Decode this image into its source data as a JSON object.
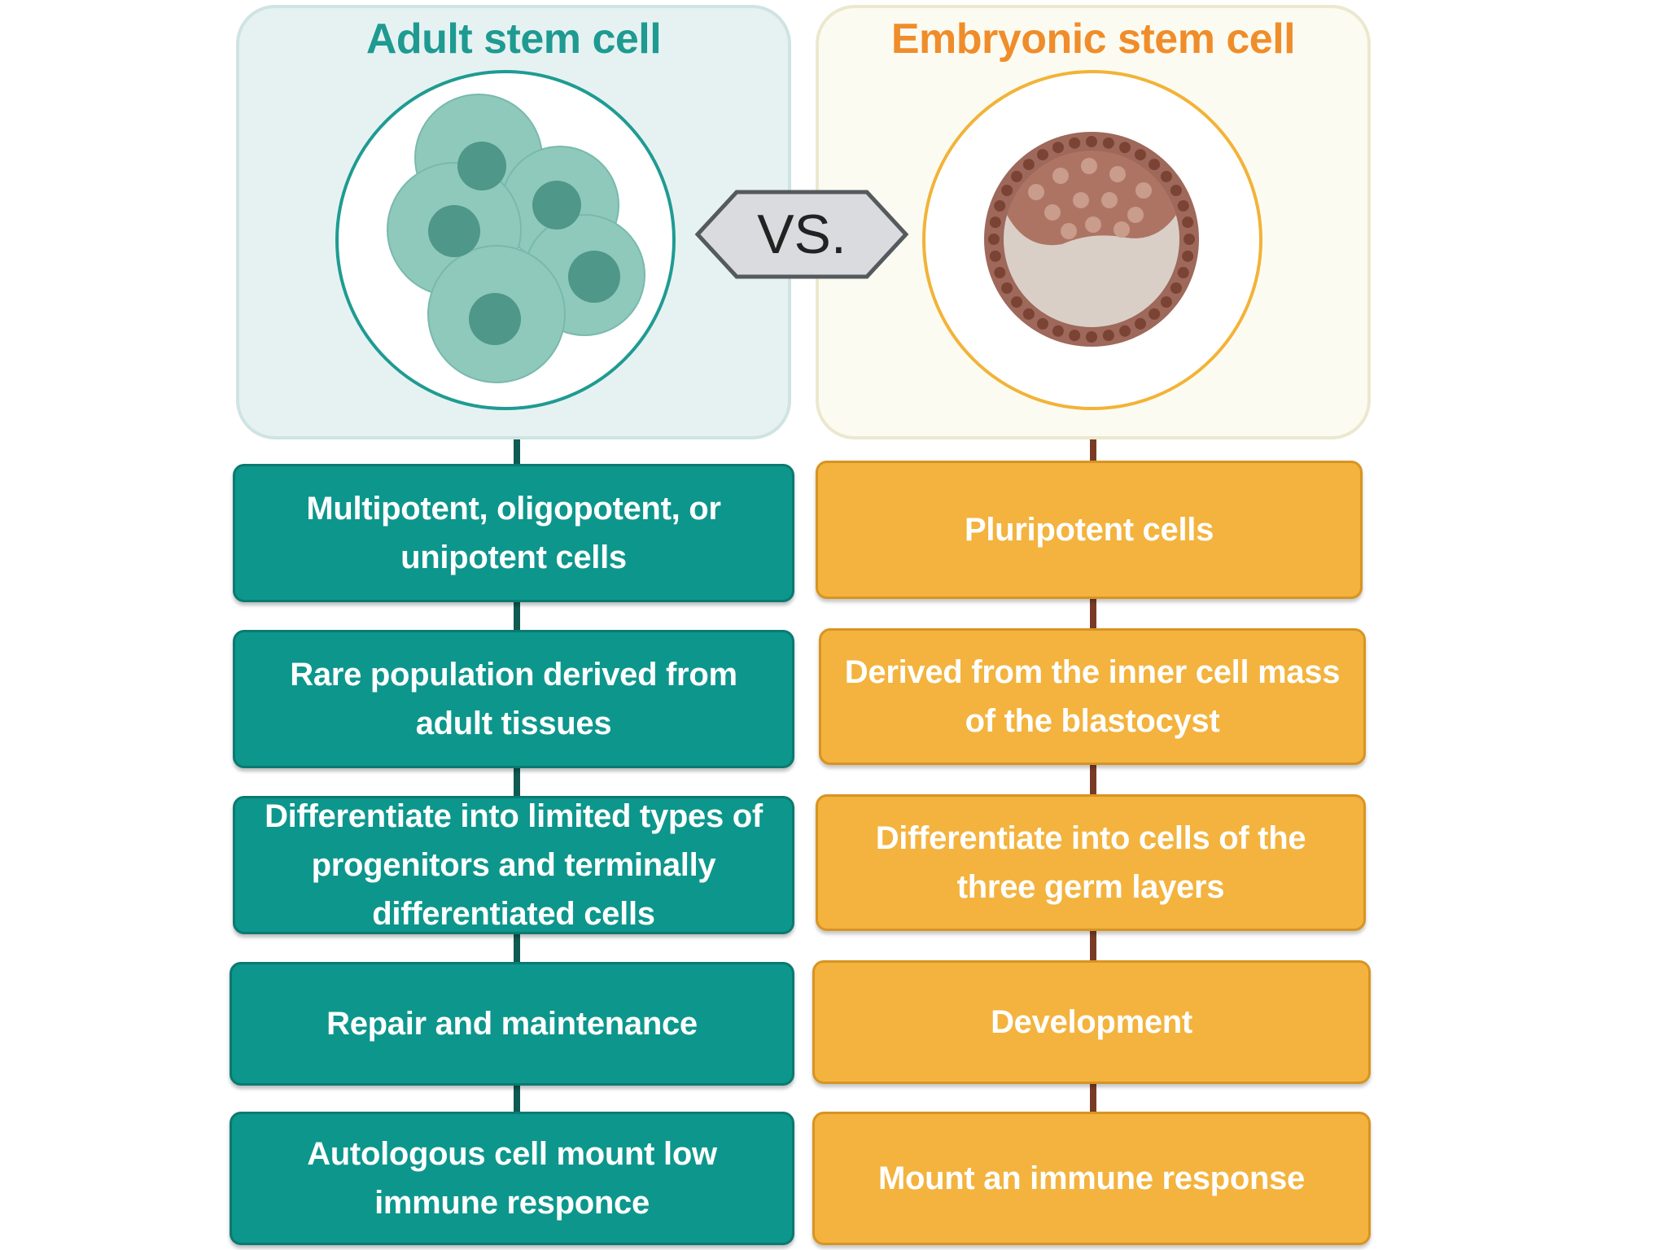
{
  "left_column": {
    "title": "Adult stem cell",
    "accent": "#1e9a91",
    "box_color": "#0d968c",
    "items": [
      "Multipotent, oligopotent, or unipotent cells",
      "Rare population derived from adult tissues",
      "Differentiate into limited types of progenitors and terminally differentiated cells",
      "Repair and maintenance",
      "Autologous cell mount low immune responce"
    ]
  },
  "center": {
    "vs_label": "VS."
  },
  "right_column": {
    "title": "Embryonic stem cell",
    "accent": "#ef8d2b",
    "box_color": "#f3b33e",
    "items": [
      "Pluripotent cells",
      "Derived from the inner cell mass of the blastocyst",
      "Differentiate into cells of the three germ layers",
      "Development",
      "Mount an immune response"
    ]
  }
}
